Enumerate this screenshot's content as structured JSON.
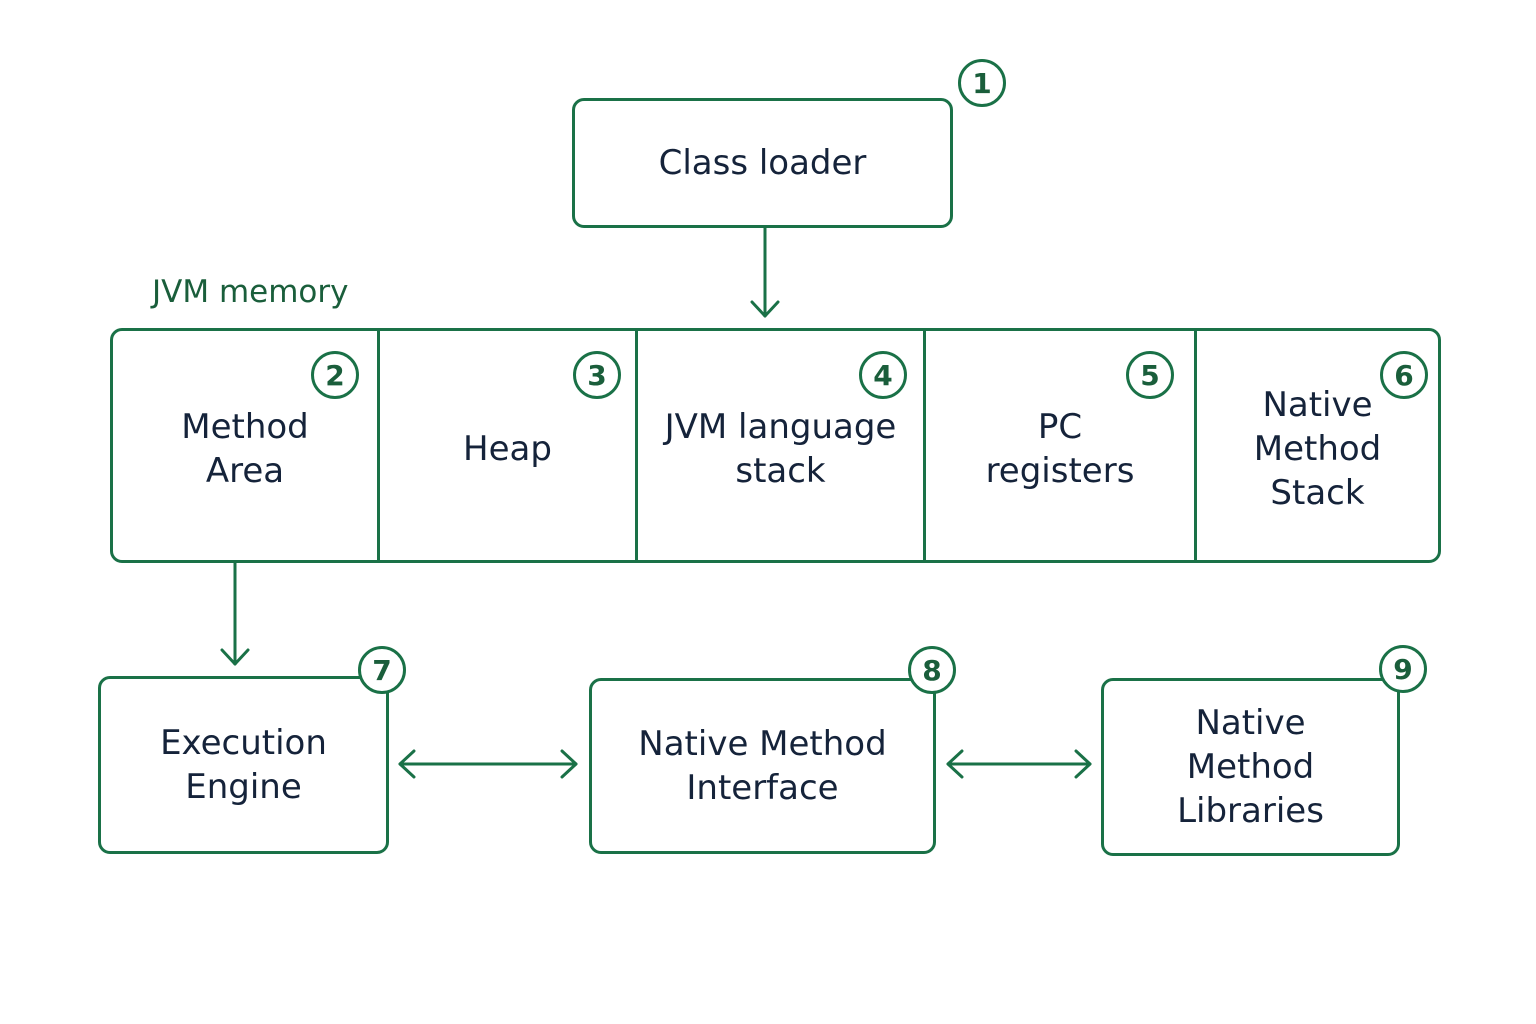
{
  "colors": {
    "accent": "#1a7147",
    "text": "#15233a",
    "section_label": "#1a5e3b"
  },
  "class_loader": {
    "label": "Class loader",
    "number": "1"
  },
  "memory": {
    "title": "JVM memory",
    "areas": [
      {
        "label": "Method\nArea",
        "number": "2"
      },
      {
        "label": "Heap",
        "number": "3"
      },
      {
        "label": "JVM language\nstack",
        "number": "4"
      },
      {
        "label": "PC\nregisters",
        "number": "5"
      },
      {
        "label": "Native\nMethod\nStack",
        "number": "6"
      }
    ]
  },
  "execution_engine": {
    "label": "Execution\nEngine",
    "number": "7"
  },
  "native_method_interface": {
    "label": "Native Method\nInterface",
    "number": "8"
  },
  "native_method_libraries": {
    "label": "Native\nMethod\nLibraries",
    "number": "9"
  }
}
